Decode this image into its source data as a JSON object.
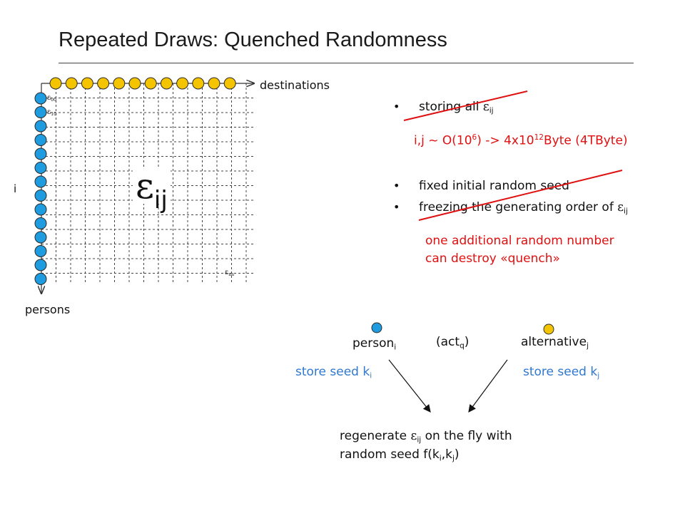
{
  "slide": {
    "title": "Repeated Draws: Quenched Randomness"
  },
  "matrix": {
    "destinations_label": "destinations",
    "persons_label": "persons",
    "row_index_label": "i",
    "big_symbol": "ε",
    "big_symbol_sub": "ij",
    "small_eps": "ε",
    "eps00_sub": "00",
    "eps10_sub": "10",
    "epsnn_sub": "nn",
    "destination_count": 12,
    "person_count": 14,
    "colors": {
      "person": "#1f9be0",
      "destination": "#f5c400",
      "outline": "#2b2b2b"
    }
  },
  "bullets": {
    "item1_text": "storing all ",
    "item1_eps": "ε",
    "item1_sub": "ij",
    "item1_note_a": "i,j ~ O(10",
    "item1_note_sup1": "6",
    "item1_note_b": ") -> 4x10",
    "item1_note_sup2": "12",
    "item1_note_c": "Byte (4TByte)",
    "item2_text": "fixed initial random seed",
    "item3_text": "freezing the generating order of ",
    "item3_eps": "ε",
    "item3_sub": "ij",
    "warning_line1": "one additional random number",
    "warning_line2": "can destroy «quench»",
    "colors": {
      "strike": "#e01010",
      "note": "#e01010"
    }
  },
  "flow": {
    "person_label": "person",
    "person_sub": "i",
    "act_label_a": "(act",
    "act_sub": "q",
    "act_label_b": ")",
    "alternative_label": "alternative",
    "alternative_sub": "j",
    "store_seed_i_a": "store seed k",
    "store_seed_i_sub": "i",
    "store_seed_j_a": "store seed k",
    "store_seed_j_sub": "j",
    "regen_line1_a": "regenerate ",
    "regen_eps": "ε",
    "regen_sub": "ij",
    "regen_line1_b": " on the fly with",
    "regen_line2_a": "random seed f(k",
    "regen_sub_i": "i",
    "regen_comma": ",k",
    "regen_sub_j": "j",
    "regen_line2_b": ")",
    "colors": {
      "seed": "#2f78d0"
    }
  }
}
